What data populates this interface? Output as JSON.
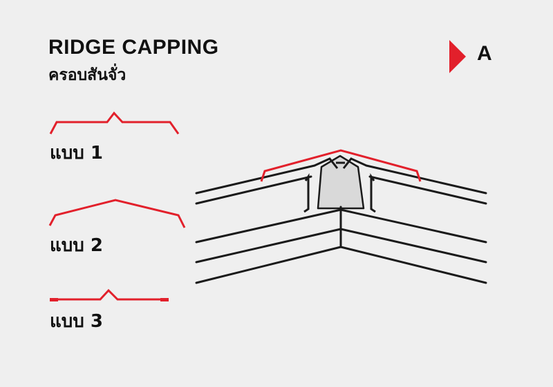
{
  "header": {
    "title": "RIDGE CAPPING",
    "subtitle_th": "ครอบสันจั่ว",
    "badge_letter": "A"
  },
  "profiles": [
    {
      "label": "แบบ 1"
    },
    {
      "label": "แบบ 2"
    },
    {
      "label": "แบบ 3"
    }
  ],
  "colors": {
    "accent_red": "#e2202b",
    "line_dark": "#1a1a1a",
    "fill_grey": "#d9d9d9",
    "background": "#efefef"
  },
  "icons": {
    "badge": "red-triangle-arrow-icon"
  }
}
